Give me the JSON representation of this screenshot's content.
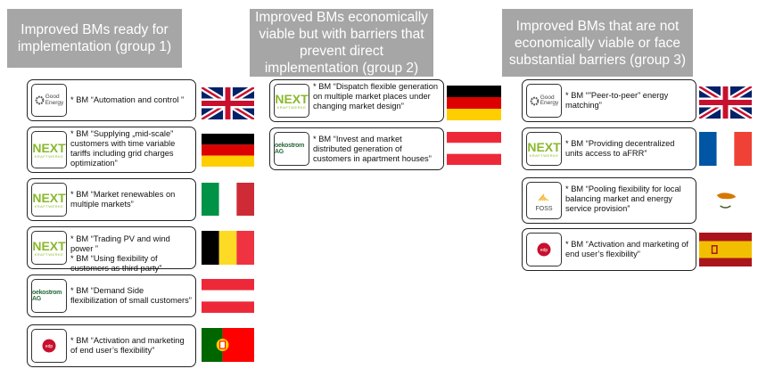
{
  "headers": {
    "group1": "Improved BMs ready for implementation (group 1)",
    "group2": "Improved BMs economically viable but with barriers that prevent direct implementation (group 2)",
    "group3": "Improved BMs that are not economically viable or face substantial barriers (group 3)"
  },
  "cards": {
    "g1": [
      {
        "logo": "Good Energy",
        "text": "* BM “Automation and control ”",
        "flag": "uk-flag"
      },
      {
        "logo": "NEXT KRAFTWERKE",
        "text": "* BM “Supplying „mid-scale” customers with time variable tariffs including grid charges optimization”",
        "flag": "germany-flag"
      },
      {
        "logo": "NEXT KRAFTWERKE",
        "text": "* BM “Market renewables on multiple markets”",
        "flag": "italy-flag"
      },
      {
        "logo": "NEXT KRAFTWERKE",
        "text": "* BM “Trading PV and wind power ”\n* BM “Using flexibility of customers as third party”",
        "flag": "belgium-flag"
      },
      {
        "logo": "oekostrom AG",
        "text": "* BM “Demand Side flexibilization of small customers”",
        "flag": "austria-flag"
      },
      {
        "logo": "edp",
        "text": "* BM “Activation and marketing of end user’s flexibility”",
        "flag": "portugal-flag"
      }
    ],
    "g2": [
      {
        "logo": "NEXT KRAFTWERKE",
        "text": "* BM “Dispatch flexible generation on multiple market places under changing market design”",
        "flag": "germany-flag"
      },
      {
        "logo": "oekostrom AG",
        "text": "* BM “Invest and market distributed generation of customers in apartment houses”",
        "flag": "austria-flag"
      }
    ],
    "g3": [
      {
        "logo": "Good Energy",
        "text": "* BM “”Peer-to-peer” energy matching”",
        "flag": "uk-flag"
      },
      {
        "logo": "NEXT KRAFTWERKE",
        "text": "* BM “Providing decentralized units access to aFRR”",
        "flag": "france-flag"
      },
      {
        "logo": "FOSS",
        "text": "* BM “Pooling flexibility for local balancing market and energy service provision”",
        "flag": "cyprus-flag"
      },
      {
        "logo": "edp",
        "text": "* BM “Activation and marketing of end user’s flexibility”",
        "flag": "spain-flag"
      }
    ]
  },
  "logos": {
    "good_energy": [
      "Good",
      "Energy"
    ],
    "next": [
      "NEXT",
      "KRAFTWERKE"
    ],
    "oekostrom": "oekostrom AG",
    "edp": "edp",
    "foss": "FOSS"
  },
  "colors": {
    "header_bg": "#a6a6a6",
    "next_green": "#8ab82c"
  }
}
